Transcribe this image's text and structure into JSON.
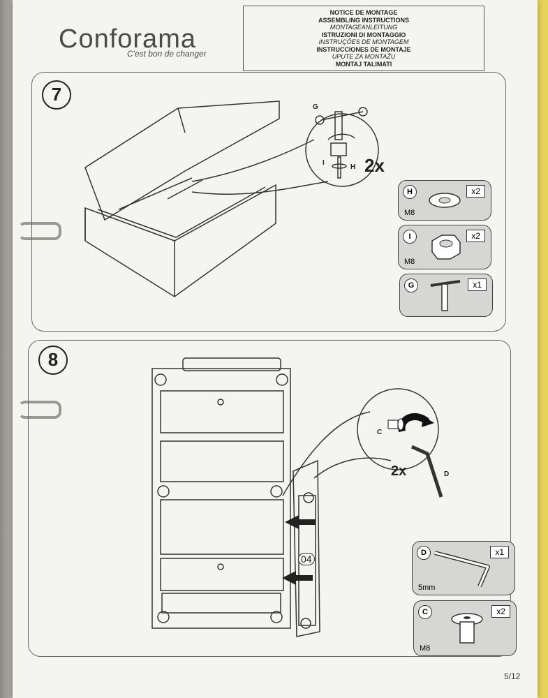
{
  "header": {
    "brand": "Conforama",
    "tagline": "C'est bon de changer",
    "notice_lines": [
      "NOTICE DE MONTAGE",
      "ASSEMBLING INSTRUCTIONS",
      "MONTAGEANLEITUNG",
      "ISTRUZIONI DI MONTAGGIO",
      "INSTRUÇÕES DE MONTAGEM",
      "INSTRUCCIONES DE MONTAJE",
      "UPUTE ZA MONTAŽU",
      "MONTAJ TALIMATI"
    ]
  },
  "step7": {
    "number": "7",
    "multiplier": "2x",
    "labels": {
      "g": "G",
      "i": "I",
      "h": "H"
    },
    "parts": [
      {
        "letter": "H",
        "qty": "x2",
        "size": "M8"
      },
      {
        "letter": "I",
        "qty": "x2",
        "size": "M8"
      },
      {
        "letter": "G",
        "qty": "x1",
        "size": ""
      }
    ]
  },
  "step8": {
    "number": "8",
    "multiplier": "2x",
    "labels": {
      "c": "C",
      "d": "D",
      "panel": "04"
    },
    "parts": [
      {
        "letter": "D",
        "qty": "x1",
        "size": "5mm"
      },
      {
        "letter": "C",
        "qty": "x2",
        "size": "M8"
      }
    ]
  },
  "footer": {
    "page": "5/12"
  }
}
